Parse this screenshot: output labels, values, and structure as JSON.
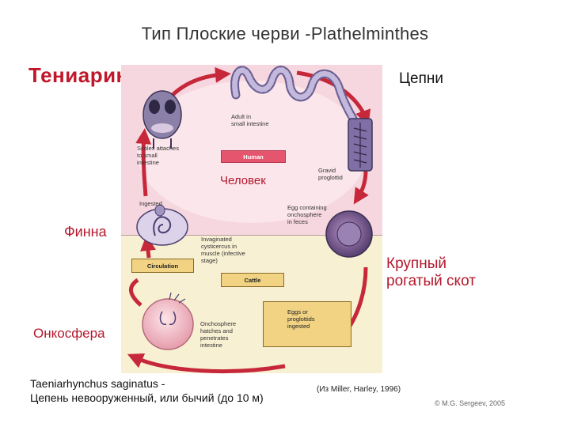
{
  "title": "Тип Плоские черви -Plathelminthes",
  "disease": "Тениаринхоз",
  "tapeworms": "Цепни",
  "finna": "Финна",
  "cattle_ru": [
    "Крупный",
    "рогатый скот"
  ],
  "oncosphere": "Онкосфера",
  "species": [
    "Taeniarhynchus saginatus -",
    "Цепень невооруженный, или бычий (до 10 м)"
  ],
  "source": "(Из Miller, Harley, 1996)",
  "copyright": "© M.G. Sergeev, 2005",
  "diagram": {
    "human_box": "Human",
    "human_ru": "Человек",
    "circulation_box": "Circulation",
    "cattle_box": "Cattle",
    "eggs_box": [
      "Eggs or",
      "proglottids",
      "ingested"
    ],
    "adult": [
      "Adult in",
      "small intestine"
    ],
    "scolex": [
      "Scolex attaches",
      "to small",
      "intestine"
    ],
    "gravid": [
      "Gravid",
      "proglottid"
    ],
    "ingested": "Ingested",
    "egg_feces": [
      "Egg containing",
      "onchosphere",
      "in feces"
    ],
    "cysticercus": [
      "Invaginated",
      "cysticercus in",
      "muscle (infective",
      "stage)"
    ],
    "onchosphere_hatch": [
      "Onchosphere",
      "hatches and",
      "penetrates",
      "intestine"
    ]
  },
  "colors": {
    "accent_red": "#c0182a",
    "human_zone": "#f6d7df",
    "cattle_zone": "#f8f0d3",
    "arrow": "#c6283a",
    "label_box": "#f1d383"
  }
}
